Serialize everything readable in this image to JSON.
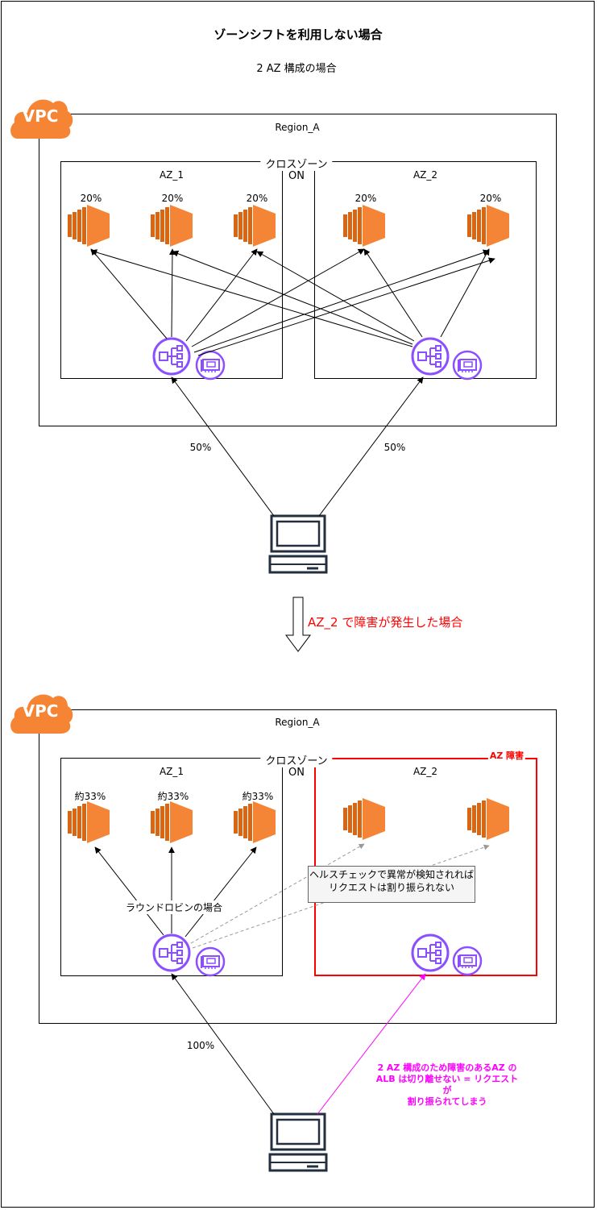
{
  "title": "ゾーンシフトを利用しない場合",
  "subtitle": "2 AZ 構成の場合",
  "top": {
    "vpc_label": "VPC",
    "region_label": "Region_A",
    "cross_zone_label": "クロスゾーン",
    "cross_zone_state": "ON",
    "az1_label": "AZ_1",
    "az2_label": "AZ_2",
    "az1_instances": [
      "20%",
      "20%",
      "20%"
    ],
    "az2_instances": [
      "20%",
      "20%"
    ],
    "client_split_left": "50%",
    "client_split_right": "50%"
  },
  "transition": {
    "label": "AZ_2 で障害が発生した場合",
    "color": "#ff0000"
  },
  "bottom": {
    "vpc_label": "VPC",
    "region_label": "Region_A",
    "cross_zone_label": "クロスゾーン",
    "cross_zone_state": "ON",
    "az1_label": "AZ_1",
    "az2_label": "AZ_2",
    "az_failure_label": "AZ 障害",
    "az1_instances": [
      "約33%",
      "約33%",
      "約33%"
    ],
    "round_robin_label": "ラウンドロビンの場合",
    "health_check_note_line1": "ヘルスチェックで異常が検知されれば",
    "health_check_note_line2": "リクエストは割り振られない",
    "client_left_percent": "100%",
    "failure_note_line1": "2 AZ 構成のため障害のあるAZ の",
    "failure_note_line2": "ALB は切り離せない = リクエストが",
    "failure_note_line3": "割り振られてしまう"
  },
  "colors": {
    "ec2_dark": "#d86613",
    "ec2_light": "#f58536",
    "elb": "#8c4fff",
    "vpc_cloud": "#f58534",
    "failure_red": "#ff0000",
    "failure_magenta": "#ff00ff"
  },
  "icons": {
    "vpc": "vpc-cloud-icon",
    "ec2": "ec2-instance-icon",
    "alb": "application-load-balancer-icon",
    "eni": "network-interface-icon",
    "client": "client-computer-icon",
    "arrow": "down-arrow-icon"
  }
}
